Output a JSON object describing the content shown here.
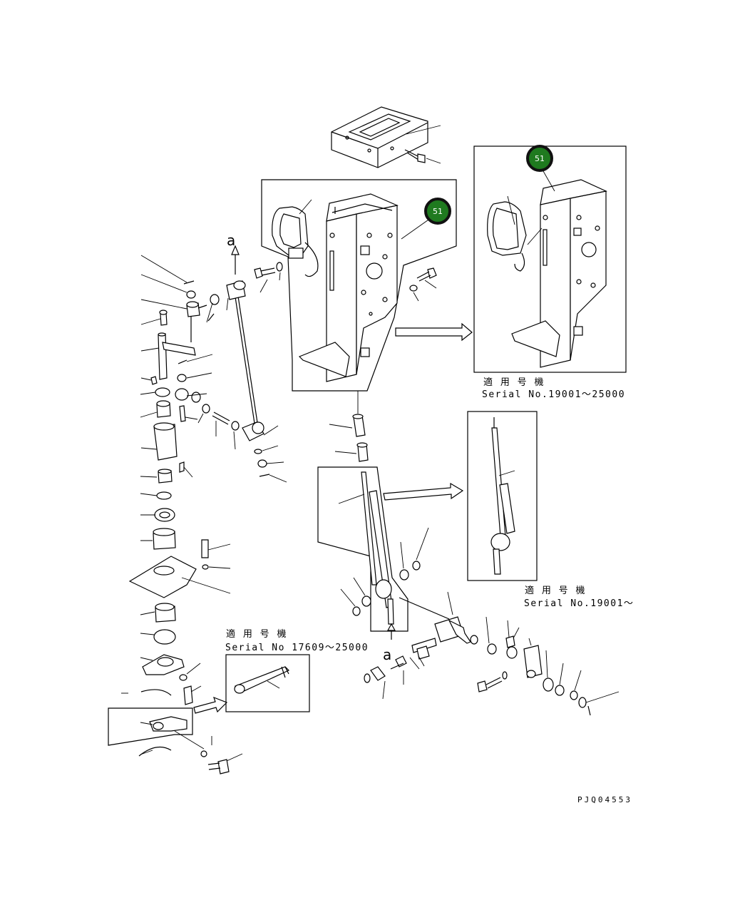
{
  "callouts": [
    {
      "id": "callout-main",
      "label": "51",
      "color": "#1f7a1f",
      "ring": "#111111"
    },
    {
      "id": "callout-inset",
      "label": "51",
      "color": "#1f7a1f",
      "ring": "#111111"
    }
  ],
  "insets": {
    "column_variant": {
      "applicable": "適 用 号 機",
      "serial": "Serial No.19001～25000"
    },
    "lever_variant": {
      "applicable": "適 用 号 機",
      "serial": "Serial No.19001～"
    },
    "bracket_variant": {
      "applicable": "適 用 号 機",
      "serial": "Serial No 17609～25000"
    }
  },
  "reference_arrows": {
    "top": "a",
    "bottom": "a"
  },
  "drawing_code": "PJQ04553"
}
